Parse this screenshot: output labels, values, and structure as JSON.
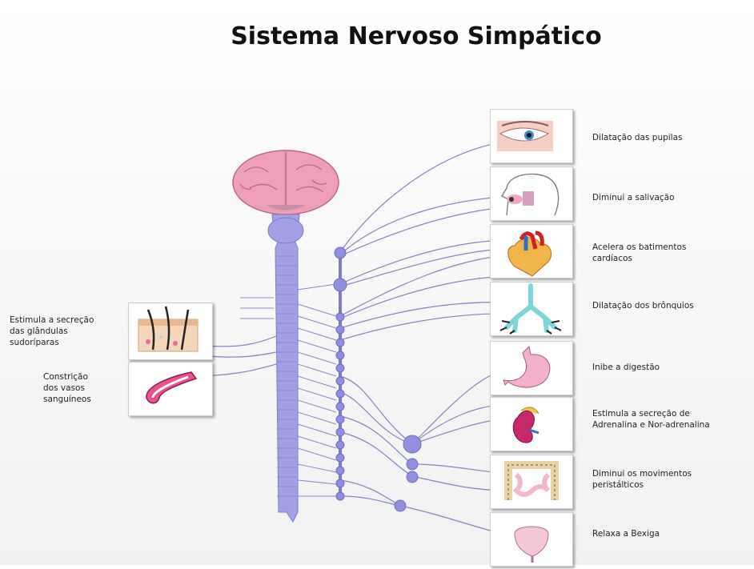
{
  "title": "Sistema Nervoso Simpático",
  "right_effects": [
    {
      "label": "Dilatação das pupilas",
      "icon": "eye-icon"
    },
    {
      "label": "Diminui a salivação",
      "icon": "head-profile-icon"
    },
    {
      "label": "Acelera os batimentos\ncardíacos",
      "icon": "heart-icon"
    },
    {
      "label": "Dilatação dos brônquios",
      "icon": "bronchi-icon"
    },
    {
      "label": "Inibe a digestão",
      "icon": "stomach-icon"
    },
    {
      "label": "Estimula a secreção de\nAdrenalina e Nor-adrenalina",
      "icon": "adrenal-kidney-icon"
    },
    {
      "label": "Diminui os movimentos\nperistálticos",
      "icon": "intestine-icon"
    },
    {
      "label": "Relaxa a Bexiga",
      "icon": "bladder-icon"
    }
  ],
  "left_effects": [
    {
      "label": "Estimula a secreção\ndas glândulas\nsudoríparas",
      "icon": "skin-glands-icon"
    },
    {
      "label": "Constrição\ndos vasos\nsanguíneos",
      "icon": "blood-vessel-icon"
    }
  ],
  "colors": {
    "nerve": "#6e6fb8",
    "cord": "#a3a1e6",
    "ganglion": "#8f8ee0",
    "brain": "#efa0b8"
  }
}
